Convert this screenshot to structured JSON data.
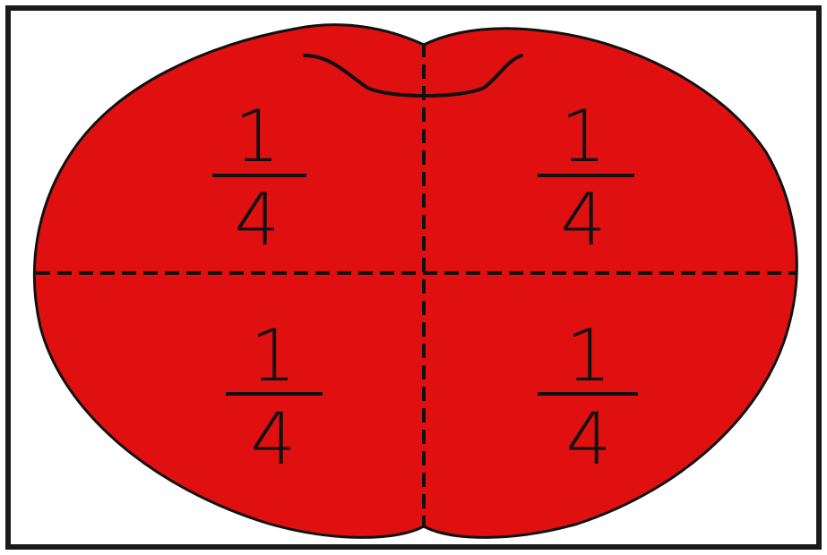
{
  "diagram": {
    "fill_color": "#e01010",
    "outline_color": "#111111",
    "frame_color": "#1a1a1a",
    "regions": [
      {
        "id": "top-left",
        "numerator": "1",
        "denominator": "4"
      },
      {
        "id": "top-right",
        "numerator": "1",
        "denominator": "4"
      },
      {
        "id": "bottom-left",
        "numerator": "1",
        "denominator": "4"
      },
      {
        "id": "bottom-right",
        "numerator": "1",
        "denominator": "4"
      }
    ]
  }
}
